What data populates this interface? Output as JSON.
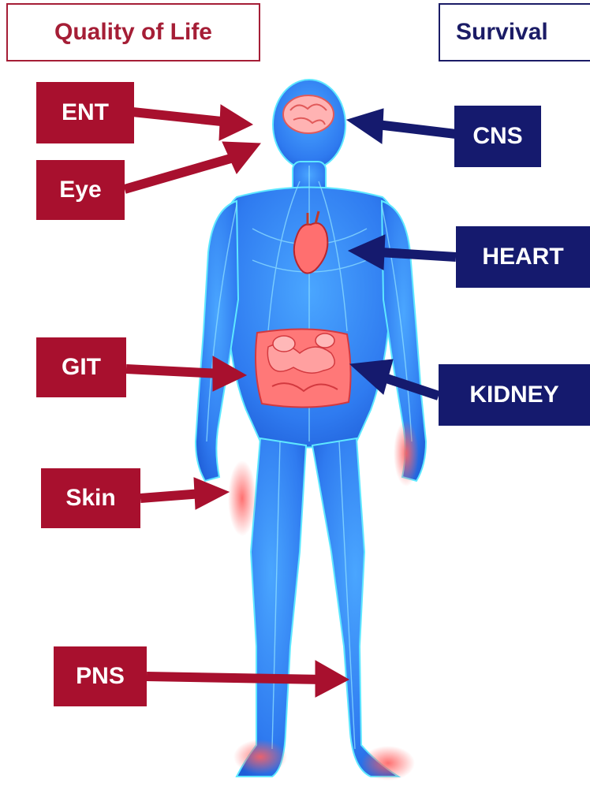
{
  "headers": {
    "quality_of_life": "Quality of Life",
    "survival": "Survival"
  },
  "labels": {
    "ent": "ENT",
    "eye": "Eye",
    "git": "GIT",
    "skin": "Skin",
    "pns": "PNS",
    "cns": "CNS",
    "heart": "HEART",
    "kidney": "KIDNEY"
  },
  "colors": {
    "quality_of_life": "#a8102e",
    "survival": "#151a6e",
    "body": "#2f7bf0",
    "organ": "#ff6f6f"
  }
}
